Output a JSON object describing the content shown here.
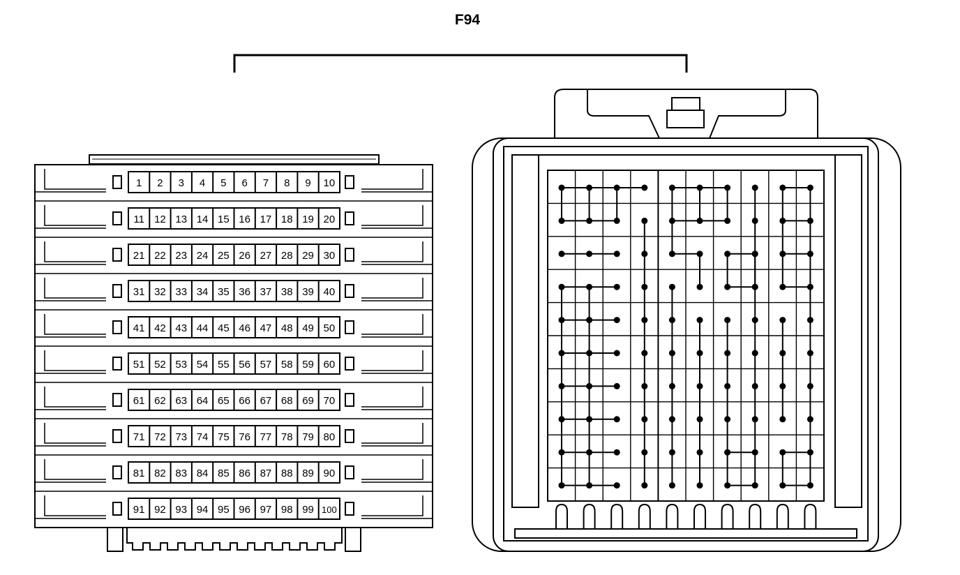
{
  "title": "F94",
  "line_color": "#000000",
  "background_color": "#ffffff",
  "connector_front": {
    "rows": 10,
    "pins_per_row": 10,
    "pin_numbers": [
      [
        "1",
        "2",
        "3",
        "4",
        "5",
        "6",
        "7",
        "8",
        "9",
        "10"
      ],
      [
        "11",
        "12",
        "13",
        "14",
        "15",
        "16",
        "17",
        "18",
        "19",
        "20"
      ],
      [
        "21",
        "22",
        "23",
        "24",
        "25",
        "26",
        "27",
        "28",
        "29",
        "30"
      ],
      [
        "31",
        "32",
        "33",
        "34",
        "35",
        "36",
        "37",
        "38",
        "39",
        "40"
      ],
      [
        "41",
        "42",
        "43",
        "44",
        "45",
        "46",
        "47",
        "48",
        "49",
        "50"
      ],
      [
        "51",
        "52",
        "53",
        "54",
        "55",
        "56",
        "57",
        "58",
        "59",
        "60"
      ],
      [
        "61",
        "62",
        "63",
        "64",
        "65",
        "66",
        "67",
        "68",
        "69",
        "70"
      ],
      [
        "71",
        "72",
        "73",
        "74",
        "75",
        "76",
        "77",
        "78",
        "79",
        "80"
      ],
      [
        "81",
        "82",
        "83",
        "84",
        "85",
        "86",
        "87",
        "88",
        "89",
        "90"
      ],
      [
        "91",
        "92",
        "93",
        "94",
        "95",
        "96",
        "97",
        "98",
        "99",
        "100"
      ]
    ]
  },
  "connector_rear": {
    "grid_columns": 10,
    "grid_rows": 10,
    "latch_slots": 10
  }
}
